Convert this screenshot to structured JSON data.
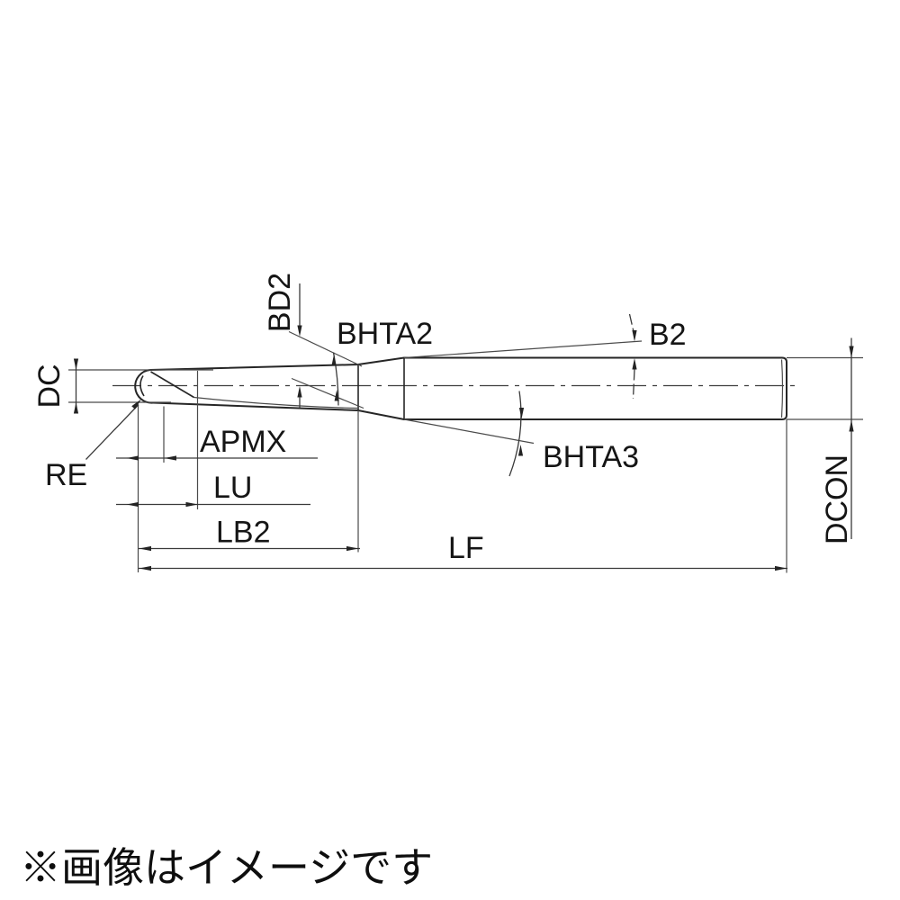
{
  "diagram": {
    "type": "technical-drawing",
    "subject": "tapered neck ball nose end mill dimension diagram",
    "labels": {
      "dc": "DC",
      "re": "RE",
      "bd2": "BD2",
      "bhta2": "BHTA2",
      "b2": "B2",
      "bhta3": "BHTA3",
      "apmx": "APMX",
      "lu": "LU",
      "lb2": "LB2",
      "lf": "LF",
      "dcon": "DCON"
    },
    "colors": {
      "line": "#262626",
      "thin_line": "#4a4a4a",
      "text": "#151515",
      "background": "#ffffff"
    }
  },
  "caption": {
    "text": "※画像はイメージです"
  }
}
